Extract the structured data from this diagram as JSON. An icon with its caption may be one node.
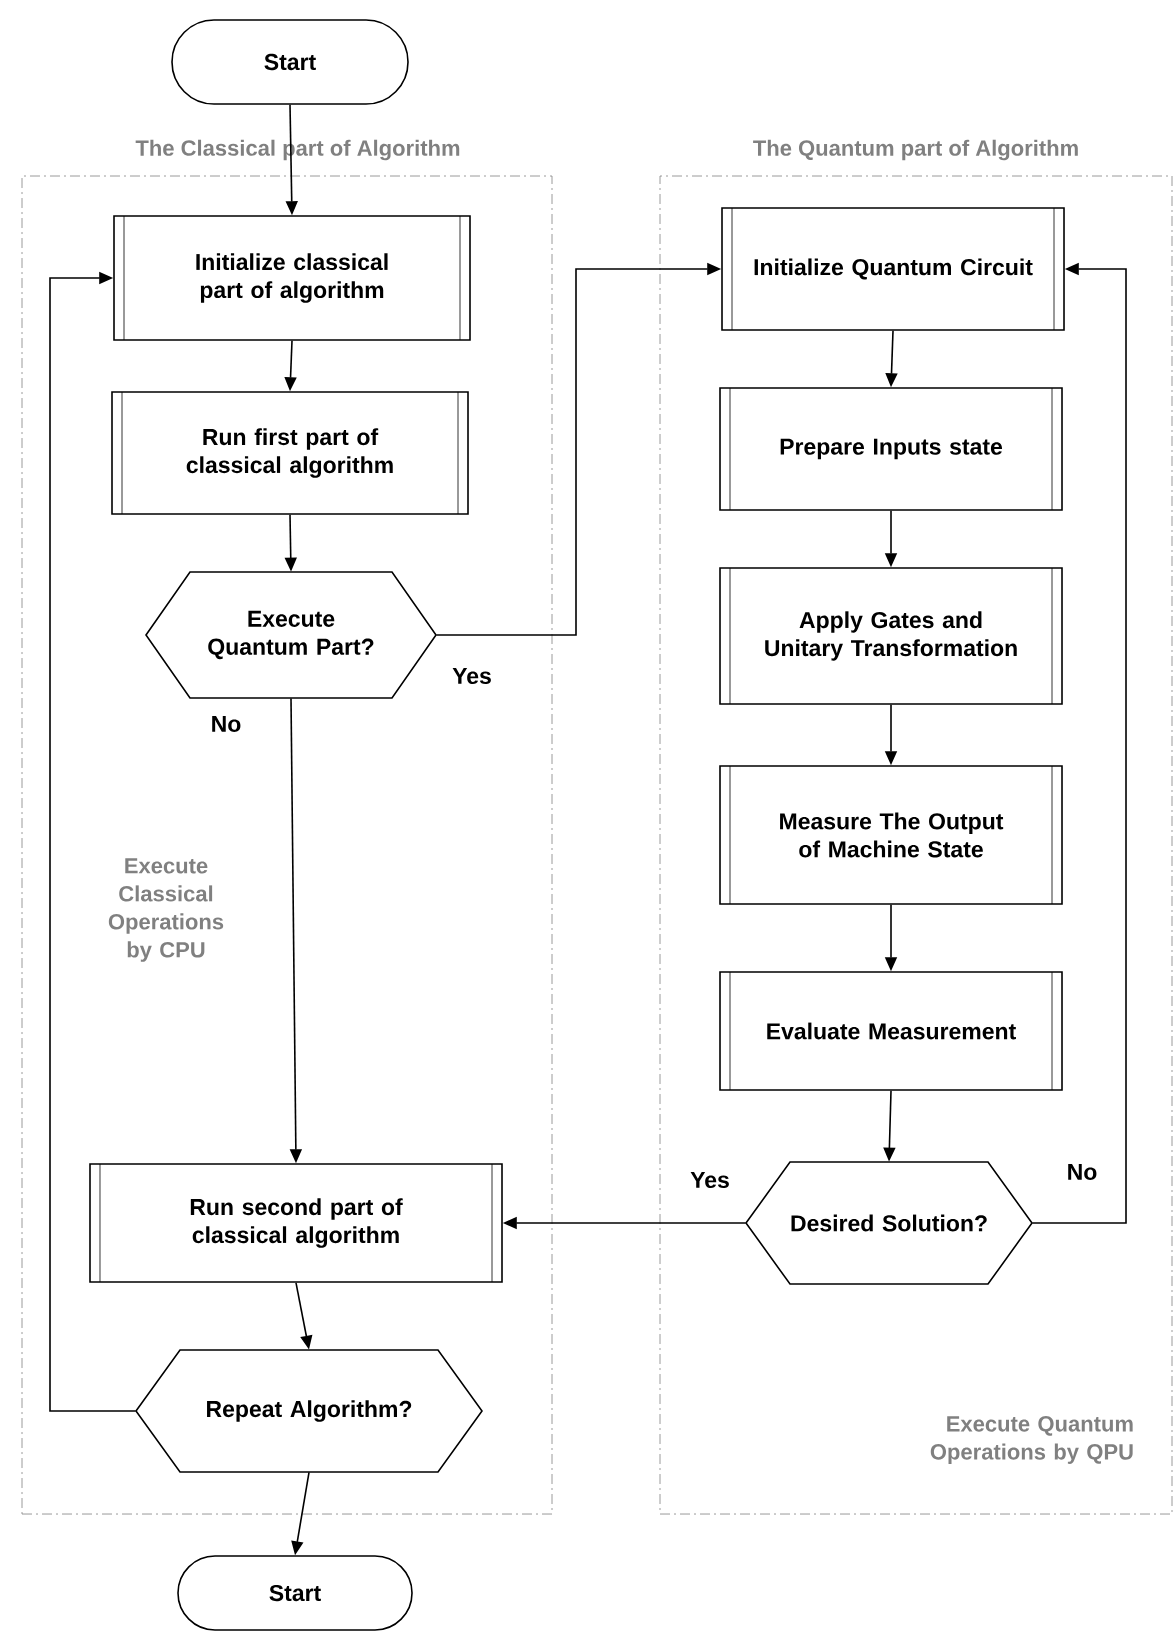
{
  "diagram": {
    "nodes": [
      {
        "text": [
          "Start"
        ]
      },
      {
        "text": [
          "The Classical part of Algorithm"
        ]
      },
      {
        "text": [
          "Initialize classical part of algorithm"
        ],
        "in": 1
      },
      {
        "text": [
          "Run first part of classical algorithm"
        ],
        "in": 1
      },
      {
        "text": [
          "Execute Quantum Part?"
        ],
        "in": 1
      },
      {
        "text": [
          "Run second part of classical algorithm"
        ],
        "in": 1
      },
      {
        "text": [
          "Repeat Algorithm?"
        ],
        "in": 1
      },
      {
        "text": [
          "Start"
        ]
      },
      {
        "text": [
          "The Quantum part of Algorithm"
        ]
      },
      {
        "text": [
          "Initialize Quantum Circuit"
        ],
        "in": 8
      },
      {
        "text": [
          "Prepare Inputs state"
        ],
        "in": 8
      },
      {
        "text": [
          "Apply Gates and Unitary Transformation"
        ],
        "in": 8
      },
      {
        "text": [
          "Measure The Output of Machine State"
        ],
        "in": 8
      },
      {
        "text": [
          "Evaluate Measurement"
        ],
        "in": 8
      },
      {
        "text": [
          "Desired Solution?"
        ],
        "in": 8
      }
    ],
    "edges": [
      {
        "from": 0,
        "to": 2,
        "arrow": "to"
      },
      {
        "from": 2,
        "to": 3,
        "arrow": "to"
      },
      {
        "from": 3,
        "to": 4,
        "arrow": "to"
      },
      {
        "from": 4,
        "to": 9,
        "arrow": "to",
        "label": "Yes"
      },
      {
        "from": 4,
        "to": 5,
        "arrow": "to",
        "label": "No"
      },
      {
        "from": 5,
        "to": 6,
        "arrow": "to"
      },
      {
        "from": 6,
        "to": 7,
        "arrow": "to"
      },
      {
        "from": 6,
        "to": 2,
        "arrow": "to"
      },
      {
        "from": 9,
        "to": 10,
        "arrow": "to"
      },
      {
        "from": 10,
        "to": 11,
        "arrow": "to"
      },
      {
        "from": 11,
        "to": 12,
        "arrow": "to"
      },
      {
        "from": 12,
        "to": 13,
        "arrow": "to"
      },
      {
        "from": 13,
        "to": 14,
        "arrow": "to"
      },
      {
        "from": 14,
        "to": 5,
        "arrow": "to",
        "label": "Yes"
      },
      {
        "from": 14,
        "to": 9,
        "arrow": "to",
        "label": "No"
      }
    ],
    "labels": [
      "Execute Classical Operations by CPU",
      "Execute Quantum Operations by QPU"
    ]
  }
}
